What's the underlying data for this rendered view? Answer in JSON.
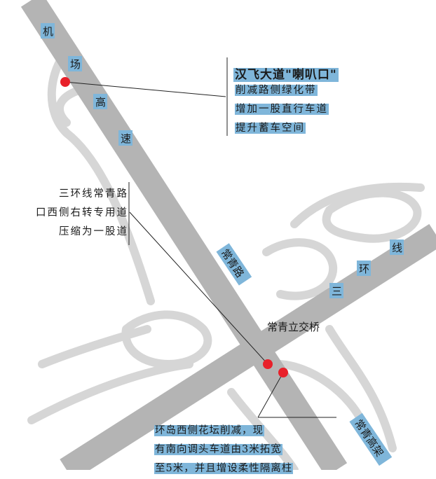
{
  "roads": {
    "airport_expressway": [
      "机",
      "场",
      "高",
      "速"
    ],
    "changqing_road": "常青路",
    "third_ring": [
      "三",
      "环",
      "线"
    ],
    "changqing_viaduct": "常青高架"
  },
  "interchange_label": "常青立交桥",
  "annotations": {
    "hanfei": {
      "title": "汉飞大道\"喇叭口\"",
      "lines": [
        "削减路侧绿化带",
        "增加一股直行车道",
        "提升蓄车空间"
      ]
    },
    "sanhuan": {
      "lines": [
        "三环线常青路",
        "口西侧右转专用道",
        "压缩为一股道"
      ]
    },
    "roundabout": {
      "lines": [
        "环岛西侧花坛削减，现",
        "有南向调头车道由3米拓宽",
        "至5米，并且增设柔性隔离柱"
      ]
    }
  },
  "colors": {
    "main_road": "#b4b4b4",
    "ramp": "#d6d6d6",
    "marker": "#e8202a",
    "highlight": "#7fb6da"
  }
}
